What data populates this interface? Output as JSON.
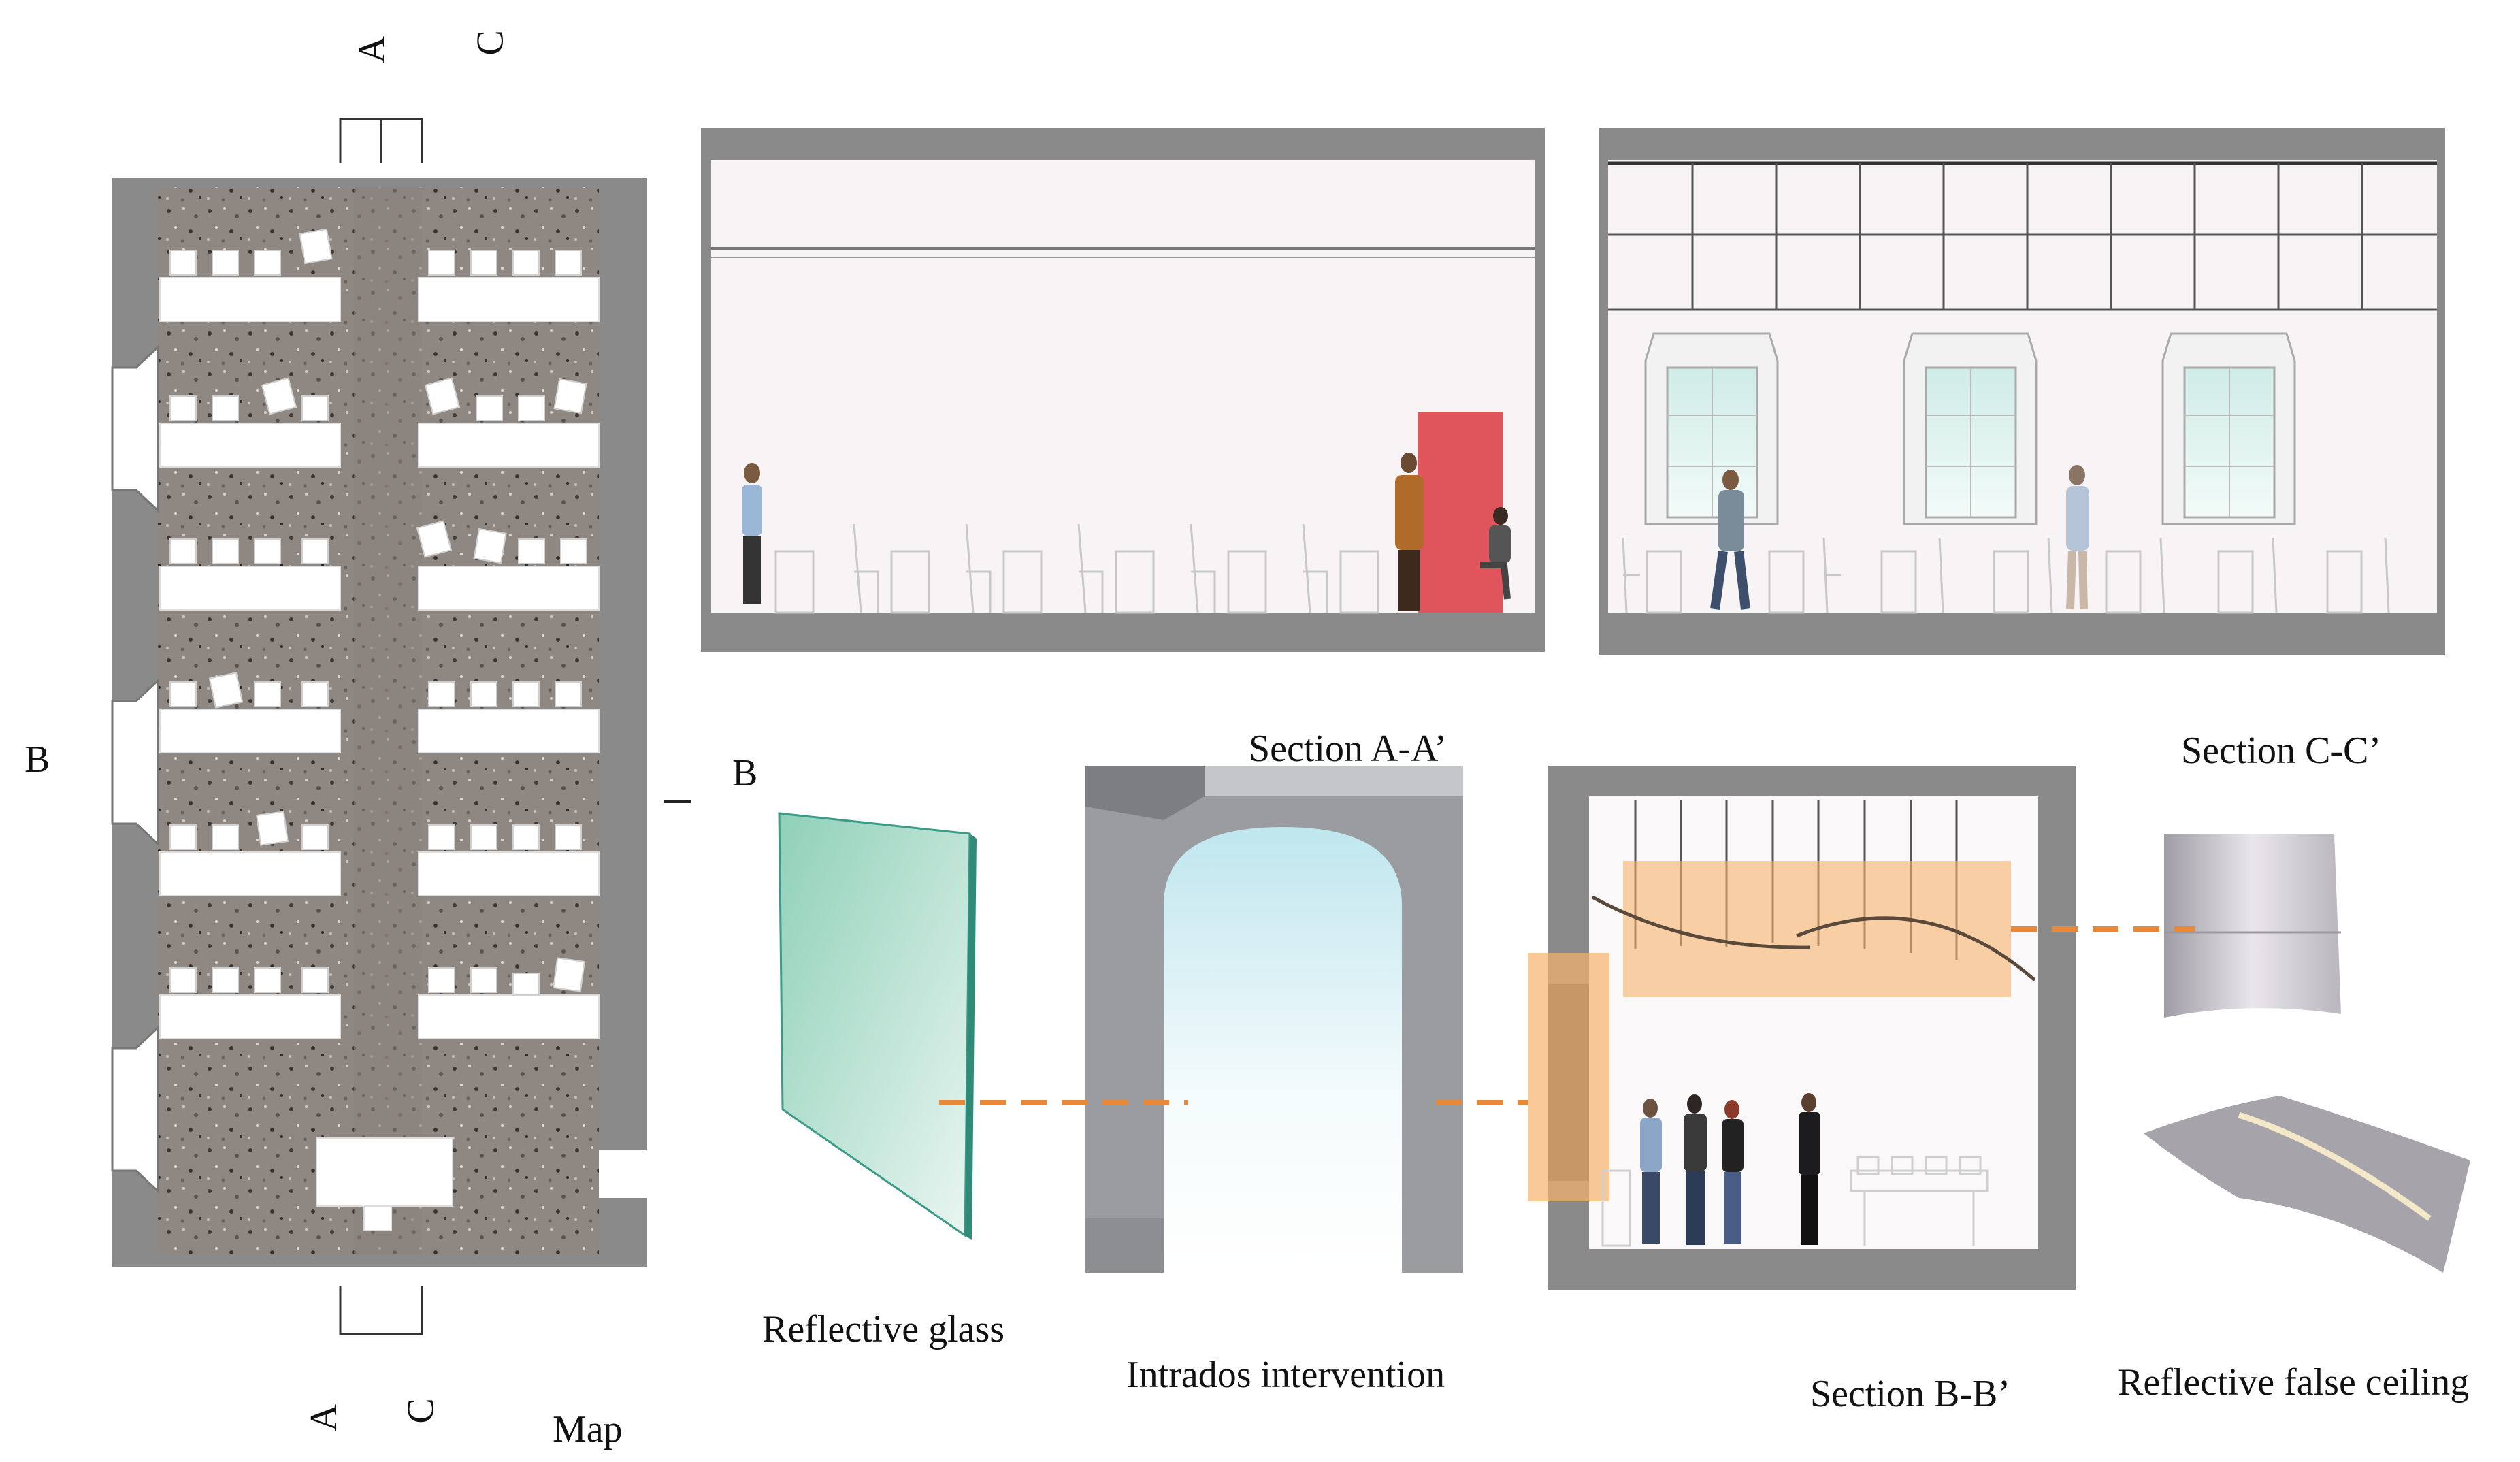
{
  "labels": {
    "plan_section_a_top": "A",
    "plan_section_c_top": "C",
    "plan_section_a_bottom": "A",
    "plan_section_c_bottom": "C",
    "plan_section_b_left": "B",
    "plan_section_b_right": "B",
    "map": "Map",
    "section_a": "Section A-A’",
    "section_c": "Section C-C’",
    "section_b": "Section B-B’",
    "reflective_glass": "Reflective glass",
    "intrados_intervention": "Intrados intervention",
    "reflective_false_ceiling": "Reflective false ceiling"
  },
  "colors": {
    "wall": "#8a8a8a",
    "floor_terrazzo": "#8e8680",
    "furniture": "#ffffff",
    "highlight_red": "#e0545c",
    "highlight_orange": "#f6b26b",
    "glass": "#b9e3d3",
    "dash": "#e8893a"
  }
}
